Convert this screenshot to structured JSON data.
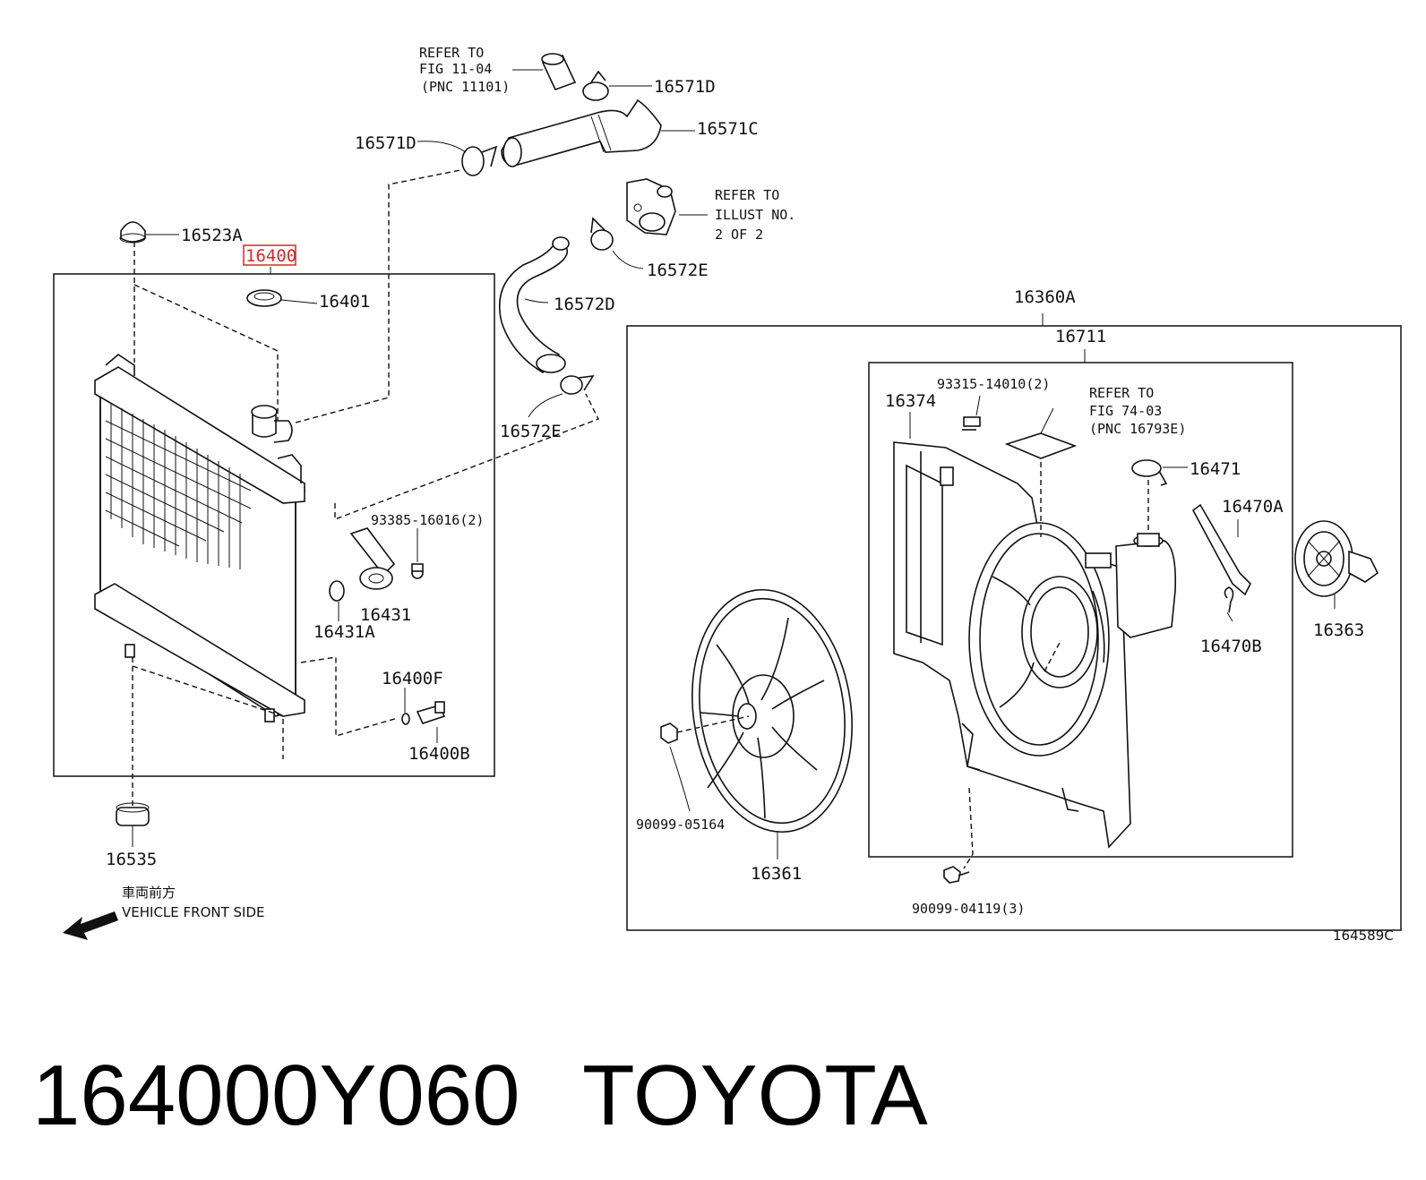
{
  "labels": {
    "refer_fig_11_04": [
      "REFER TO",
      "FIG 11-04",
      "(PNC 11101)"
    ],
    "p16571D_top": "16571D",
    "p16571C": "16571C",
    "p16571D_left": "16571D",
    "refer_illust": [
      "REFER TO",
      "ILLUST NO.",
      "2 OF 2"
    ],
    "p16523A": "16523A",
    "p16400": "16400",
    "p16401": "16401",
    "p16572E_top": "16572E",
    "p16572D": "16572D",
    "p16572E_bottom": "16572E",
    "p93385": "93385-16016(2)",
    "p16431": "16431",
    "p16431A": "16431A",
    "p16400F": "16400F",
    "p16400B": "16400B",
    "p16535": "16535",
    "p16360A": "16360A",
    "p16711": "16711",
    "p93315": "93315-14010(2)",
    "p16374": "16374",
    "refer_fig_74_03": [
      "REFER TO",
      "FIG 74-03",
      "(PNC 16793E)"
    ],
    "p16471": "16471",
    "p16470A": "16470A",
    "p16470B": "16470B",
    "p16363": "16363",
    "p90099_05164": "90099-05164",
    "p16361": "16361",
    "p90099_04119": "90099-04119(3)",
    "figure_id": "164589C",
    "vehicle_front_jp": "車両前方",
    "vehicle_front_en": "VEHICLE FRONT SIDE"
  },
  "caption": {
    "part_number": "164000Y060",
    "brand": "TOYOTA"
  },
  "colors": {
    "highlight": "#d42a2a",
    "ink": "#111111"
  },
  "icons": {
    "direction": "arrow-left-down-icon"
  }
}
